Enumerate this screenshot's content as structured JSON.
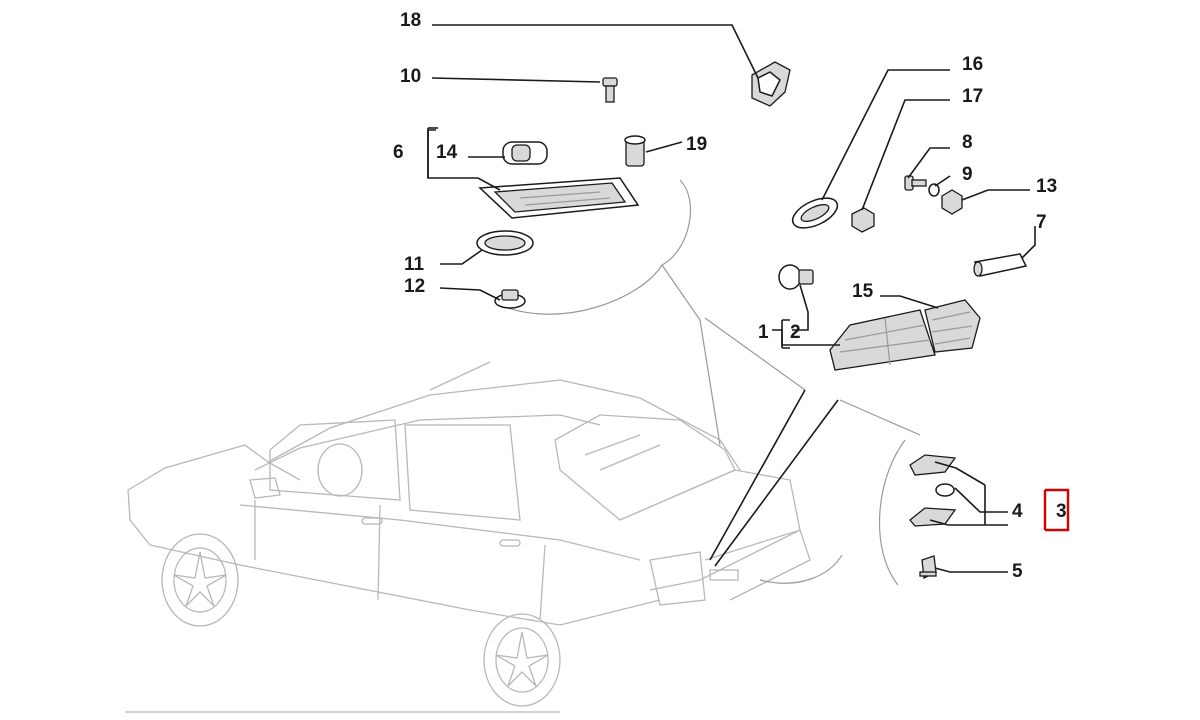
{
  "callouts": [
    {
      "id": "c18",
      "text": "18"
    },
    {
      "id": "c10",
      "text": "10"
    },
    {
      "id": "c6",
      "text": "6"
    },
    {
      "id": "c14",
      "text": "14"
    },
    {
      "id": "c19",
      "text": "19"
    },
    {
      "id": "c11",
      "text": "11"
    },
    {
      "id": "c12",
      "text": "12"
    },
    {
      "id": "c16",
      "text": "16"
    },
    {
      "id": "c17",
      "text": "17"
    },
    {
      "id": "c8",
      "text": "8"
    },
    {
      "id": "c9",
      "text": "9"
    },
    {
      "id": "c13",
      "text": "13"
    },
    {
      "id": "c7",
      "text": "7"
    },
    {
      "id": "c15",
      "text": "15"
    },
    {
      "id": "c1",
      "text": "1"
    },
    {
      "id": "c2",
      "text": "2"
    },
    {
      "id": "c4",
      "text": "4"
    },
    {
      "id": "c3",
      "text": "3"
    },
    {
      "id": "c5",
      "text": "5"
    }
  ],
  "highlight": {
    "callout": "3",
    "color": "#d40000"
  }
}
